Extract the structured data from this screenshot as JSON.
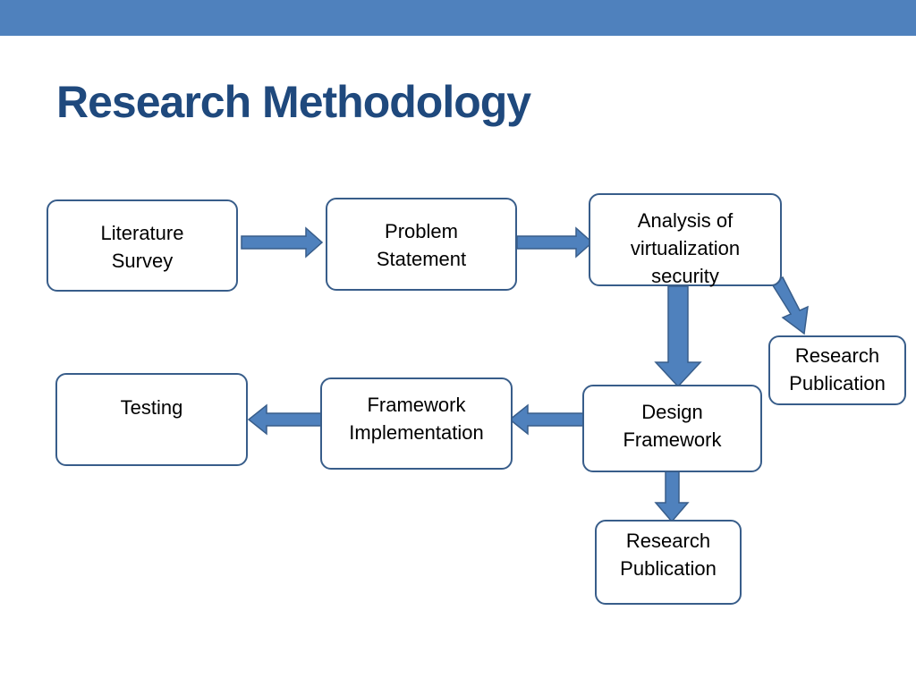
{
  "slide": {
    "title": "Research Methodology"
  },
  "diagram": {
    "nodes": {
      "literature_survey": "Literature\nSurvey",
      "problem_statement": "Problem\nStatement",
      "analysis": "Analysis of\nvirtualization\nsecurity",
      "research_publication_1": "Research\nPublication",
      "design_framework": "Design\nFramework",
      "framework_implementation": "Framework\nImplementation",
      "testing": "Testing",
      "research_publication_2": "Research\nPublication"
    },
    "colors": {
      "header_bar": "#4f81bd",
      "title_text": "#1f497d",
      "box_border": "#385d8a",
      "arrow_fill": "#4f81bd",
      "arrow_stroke": "#385d8a"
    }
  }
}
